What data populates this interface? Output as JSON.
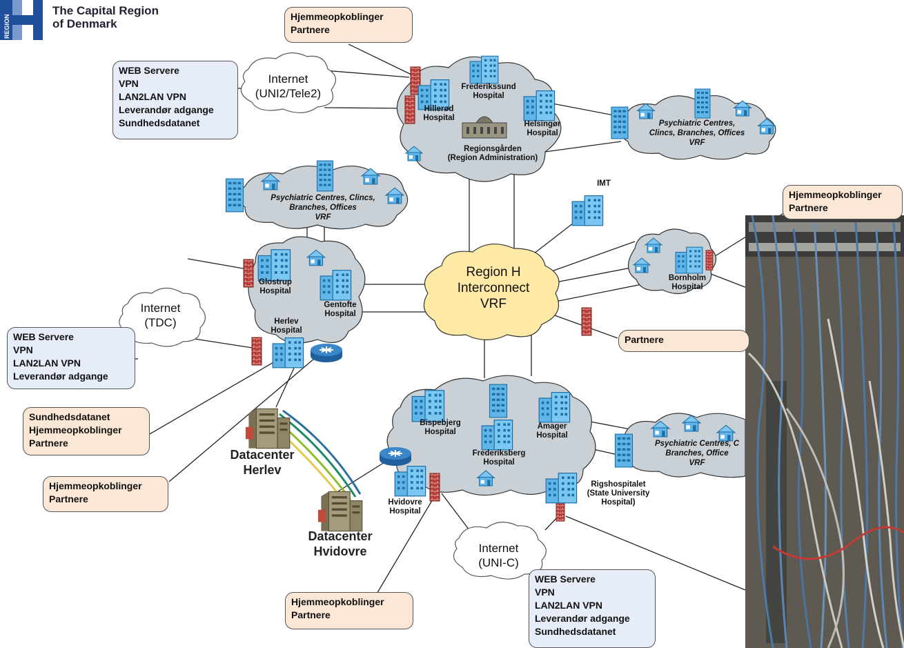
{
  "logo": {
    "badge": "REGION",
    "name_line1": "The Capital Region",
    "name_line2": "of Denmark"
  },
  "boxes": {
    "top_partner": [
      "Hjemmeopkoblinger",
      "Partnere"
    ],
    "top_web": [
      "WEB Servere",
      "VPN",
      "LAN2LAN VPN",
      "Leverandør adgange",
      "Sundhedsdatanet"
    ],
    "right_partner": [
      "Hjemmeopkoblinger",
      "Partnere"
    ],
    "right_partner2": [
      "Partnere"
    ],
    "left_web": [
      "WEB Servere",
      "VPN",
      "LAN2LAN VPN",
      "Leverandør adgange"
    ],
    "left_sund": [
      "Sundhedsdatanet",
      "Hjemmeopkoblinger",
      "Partnere"
    ],
    "left_partner": [
      "Hjemmeopkoblinger",
      "Partnere"
    ],
    "bottom_partner": [
      "Hjemmeopkoblinger",
      "Partnere"
    ],
    "bottom_web": [
      "WEB Servere",
      "VPN",
      "LAN2LAN VPN",
      "Leverandør adgange",
      "Sundhedsdatanet"
    ]
  },
  "internet": {
    "uni2": [
      "Internet",
      "(UNI2/Tele2)"
    ],
    "tdc": [
      "Internet",
      "(TDC)"
    ],
    "unic": [
      "Internet",
      "(UNI-C)"
    ]
  },
  "core": [
    "Region H",
    "Interconnect",
    "VRF"
  ],
  "sites": {
    "frederikssund": [
      "Frederikssund",
      "Hospital"
    ],
    "hilleroed": [
      "Hillerød",
      "Hospital"
    ],
    "helsingoer": [
      "Helsingør",
      "Hospital"
    ],
    "regionsgaarden": [
      "Regionsgården",
      "(Region Administration)"
    ],
    "imt": [
      "IMT"
    ],
    "bornholm": [
      "Bornholm",
      "Hospital"
    ],
    "glostrup": [
      "Glostrup",
      "Hospital"
    ],
    "gentofte": [
      "Gentofte",
      "Hospital"
    ],
    "herlev": [
      "Herlev",
      "Hospital"
    ],
    "bispebjerg": [
      "Bispebjerg",
      "Hospital"
    ],
    "amager": [
      "Amager",
      "Hospital"
    ],
    "frederiksberg": [
      "Frederiksberg",
      "Hospital"
    ],
    "hvidovre": [
      "Hvidovre",
      "Hospital"
    ],
    "rigshospitalet": [
      "Rigshospitalet",
      "(State University",
      "Hospital)"
    ]
  },
  "psych": {
    "top_right": [
      "Psychiatric Centres,",
      "Clincs, Branches, Offices",
      "VRF"
    ],
    "left": [
      "Psychiatric Centres, Clincs,",
      "Branches, Offices",
      "VRF"
    ],
    "bottom_right": [
      "Psychiatric Centres, C",
      "Branches, Office",
      "VRF"
    ]
  },
  "datacenters": {
    "herlev": [
      "Datacenter",
      "Herlev"
    ],
    "hvidovre": [
      "Datacenter",
      "Hvidovre"
    ]
  },
  "colors": {
    "cloud_gray": "#c9d0d6",
    "core_yellow": "#ffe9a6",
    "firewall_red": "#b53a35",
    "building_blue": "#5fb4e8",
    "router_blue": "#2c74b8",
    "box_tan": "#fbe7d6",
    "box_blue": "#e6ecf8"
  }
}
